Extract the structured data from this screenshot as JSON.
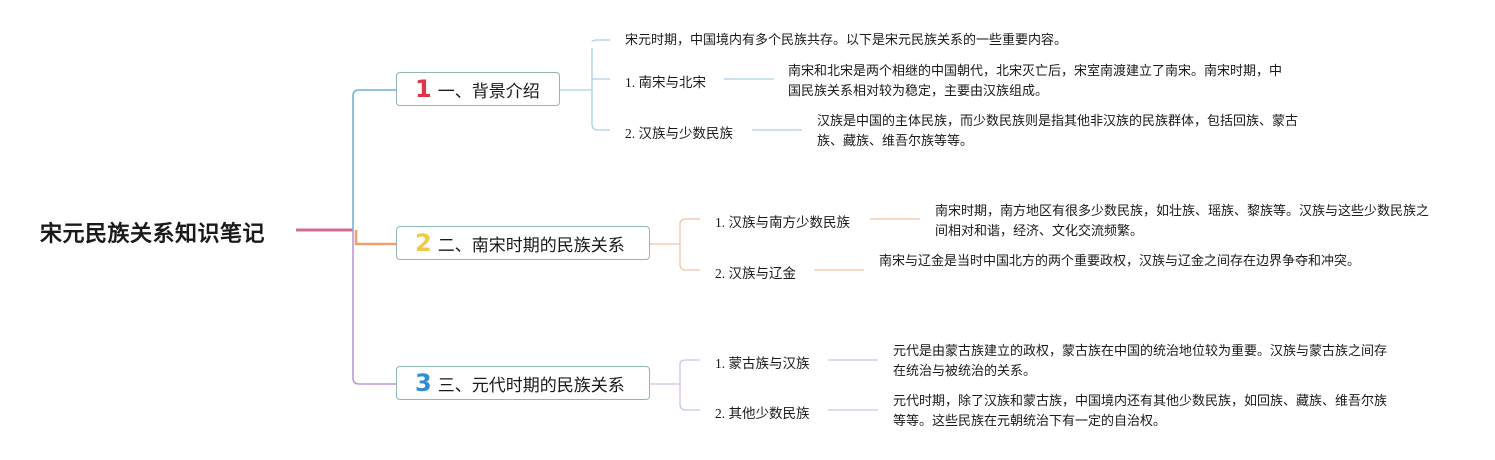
{
  "title": "宋元民族关系知识笔记",
  "colors": {
    "branch1": "#6fb3d2",
    "branch2": "#f0a070",
    "branch3": "#b99ad8",
    "root": "#d06d8c"
  },
  "branches": [
    {
      "number": "1",
      "label": "一、背景介绍",
      "intro": "宋元时期，中国境内有多个民族共存。以下是宋元民族关系的一些重要内容。",
      "items": [
        {
          "label": "1. 南宋与北宋",
          "desc": "南宋和北宋是两个相继的中国朝代，北宋灭亡后，宋室南渡建立了南宋。南宋时期，中国民族关系相对较为稳定，主要由汉族组成。"
        },
        {
          "label": "2. 汉族与少数民族",
          "desc": "汉族是中国的主体民族，而少数民族则是指其他非汉族的民族群体，包括回族、蒙古族、藏族、维吾尔族等等。"
        }
      ]
    },
    {
      "number": "2",
      "label": "二、南宋时期的民族关系",
      "items": [
        {
          "label": "1. 汉族与南方少数民族",
          "desc": "南宋时期，南方地区有很多少数民族，如壮族、瑶族、黎族等。汉族与这些少数民族之间相对和谐，经济、文化交流频繁。"
        },
        {
          "label": "2. 汉族与辽金",
          "desc": "南宋与辽金是当时中国北方的两个重要政权，汉族与辽金之间存在边界争夺和冲突。"
        }
      ]
    },
    {
      "number": "3",
      "label": "三、元代时期的民族关系",
      "items": [
        {
          "label": "1. 蒙古族与汉族",
          "desc": "元代是由蒙古族建立的政权，蒙古族在中国的统治地位较为重要。汉族与蒙古族之间存在统治与被统治的关系。"
        },
        {
          "label": "2. 其他少数民族",
          "desc": "元代时期，除了汉族和蒙古族，中国境内还有其他少数民族，如回族、藏族、维吾尔族等等。这些民族在元朝统治下有一定的自治权。"
        }
      ]
    }
  ]
}
